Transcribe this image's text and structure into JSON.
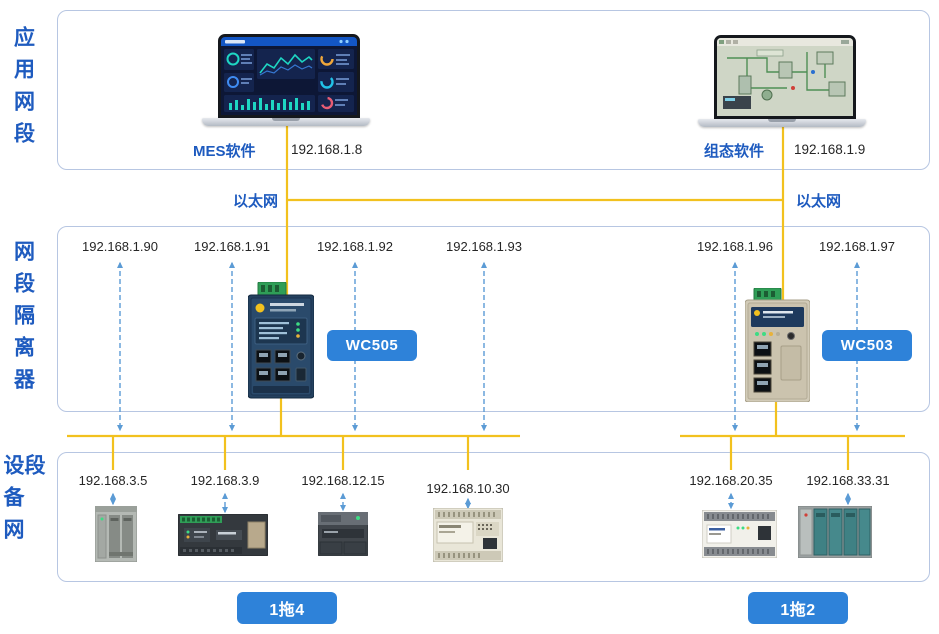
{
  "sections": {
    "application": {
      "label": "应用网段",
      "nodes": [
        {
          "name": "MES软件",
          "ip": "192.168.1.8",
          "icon": "mes-dashboard-laptop"
        },
        {
          "name": "组态软件",
          "ip": "192.168.1.9",
          "icon": "scada-laptop"
        }
      ]
    },
    "isolator": {
      "label": "网段隔离器",
      "ips": [
        "192.168.1.90",
        "192.168.1.91",
        "192.168.1.92",
        "192.168.1.93",
        "192.168.1.96",
        "192.168.1.97"
      ],
      "devices": [
        {
          "model": "WC505",
          "icon": "industrial-isolator-blue"
        },
        {
          "model": "WC503",
          "icon": "industrial-isolator-beige"
        }
      ]
    },
    "device_segment": {
      "label": "设备网段",
      "ips": [
        "192.168.3.5",
        "192.168.3.9",
        "192.168.12.15",
        "192.168.10.30",
        "192.168.20.35",
        "192.168.33.31"
      ],
      "device_icons": [
        "plc-rack-gray",
        "plc-dark-wide",
        "plc-compact-dark",
        "plc-cream",
        "plc-white",
        "plc-rack-teal"
      ]
    }
  },
  "labels": {
    "ethernet": "以太网",
    "fanout_left": "1拖4",
    "fanout_right": "1拖2"
  },
  "colors": {
    "accent_blue": "#1e5bbf",
    "badge_blue": "#2e82d9",
    "ethernet_line_yellow": "#f2c11e",
    "dashed_arrow_blue": "#5b9bd5",
    "box_border": "#b7c6e2"
  }
}
